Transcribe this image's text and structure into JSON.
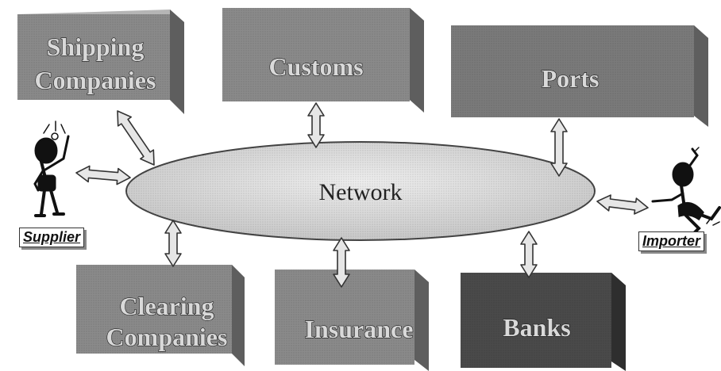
{
  "network": {
    "label": "Network"
  },
  "boxes": [
    {
      "id": "shipping",
      "lines": [
        "Shipping",
        "Companies"
      ]
    },
    {
      "id": "customs",
      "lines": [
        "Customs"
      ]
    },
    {
      "id": "ports",
      "lines": [
        "Ports"
      ]
    },
    {
      "id": "clearing",
      "lines": [
        "Clearing",
        "Companies"
      ]
    },
    {
      "id": "insurance",
      "lines": [
        "Insurance"
      ]
    },
    {
      "id": "banks",
      "lines": [
        "Banks"
      ]
    }
  ],
  "actors": {
    "supplier": {
      "label": "Supplier"
    },
    "importer": {
      "label": "Importer"
    }
  },
  "colors": {
    "box_front": "#8a8a8a",
    "box_top": "#b5b5b5",
    "box_side": "#5e5e5e",
    "banks_front": "#4a4a4a",
    "ellipse_fill": "#dcdcdc",
    "arrow_fill": "#e6e6e6"
  }
}
